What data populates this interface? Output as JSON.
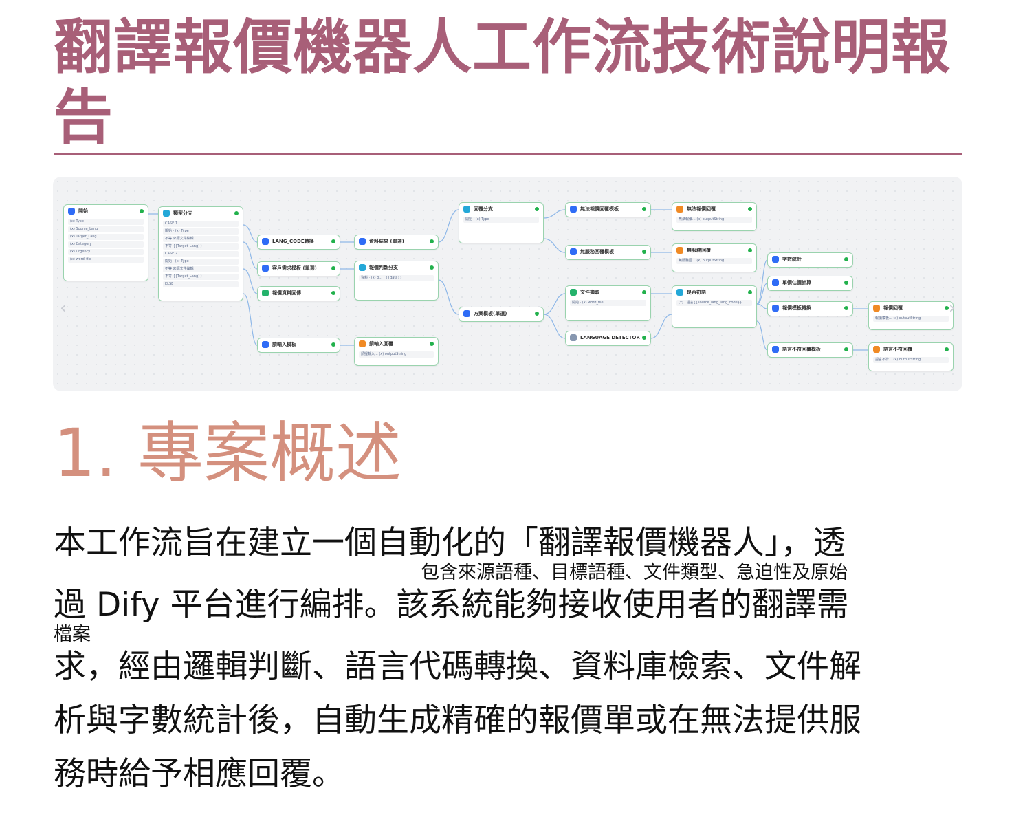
{
  "title": "翻譯報價機器人工作流技術說明報告",
  "figure": {
    "nav_prev": "‹",
    "nav_next": "›",
    "nodes": [
      {
        "id": "start",
        "label": "開始",
        "icon": "home-icon",
        "color": "blue",
        "rows": [
          "(x) Type",
          "(x) Source_Lang",
          "(x) Target_Lang",
          "(x) Category",
          "(x) Urgency",
          "(x) word_file"
        ]
      },
      {
        "id": "type-branch",
        "label": "類型分支",
        "icon": "branch-icon",
        "color": "cyan",
        "rows": [
          "CASE 1",
          "開始 · (x) Type",
          "不等 來源文件編輯",
          "不等 {{Target_Lang}}",
          "CASE 2",
          "開始 · (x) Type",
          "不等 來源文件編輯",
          "不等 {{Target_Lang}}",
          "ELSE"
        ]
      },
      {
        "id": "lang-code",
        "label": "LANG_CODE轉換",
        "icon": "code-icon",
        "color": "blue",
        "rows": []
      },
      {
        "id": "customer-template",
        "label": "客戶需求模板 (單選)",
        "icon": "template-icon",
        "color": "blue",
        "rows": []
      },
      {
        "id": "quote-lookup",
        "label": "報價資料回傳",
        "icon": "lookup-icon",
        "color": "green",
        "rows": []
      },
      {
        "id": "enter-template",
        "label": "請輸入模板",
        "icon": "template-icon",
        "color": "blue",
        "rows": []
      },
      {
        "id": "data-result",
        "label": "資料結果 (單選)",
        "icon": "template-icon",
        "color": "blue",
        "rows": []
      },
      {
        "id": "quote-branch",
        "label": "報價判斷分支",
        "icon": "branch-icon",
        "color": "cyan",
        "rows": [
          "資料 · (x) o... · {{data}}"
        ]
      },
      {
        "id": "enter-reply",
        "label": "請輸入回覆",
        "icon": "reply-icon",
        "color": "orange",
        "rows": [
          "請提輸入... (x) outputString"
        ]
      },
      {
        "id": "reply-branch",
        "label": "回覆分支",
        "icon": "branch-icon",
        "color": "cyan",
        "rows": [
          "開始 · (x) Type"
        ]
      },
      {
        "id": "plan-template",
        "label": "方案模板(單選)",
        "icon": "template-icon",
        "color": "blue",
        "rows": []
      },
      {
        "id": "no-quote-template",
        "label": "無法報價回覆模板",
        "icon": "template-icon",
        "color": "blue",
        "rows": []
      },
      {
        "id": "no-service-template",
        "label": "無服務回覆模板",
        "icon": "template-icon",
        "color": "blue",
        "rows": []
      },
      {
        "id": "doc-extract",
        "label": "文件擷取",
        "icon": "document-icon",
        "color": "green",
        "rows": [
          "開始 · (x) word_file"
        ]
      },
      {
        "id": "lang-detector",
        "label": "LANGUAGE DETECTOR",
        "icon": "detector-icon",
        "color": "grey",
        "rows": []
      },
      {
        "id": "no-quote-reply",
        "label": "無法報價回覆",
        "icon": "reply-icon",
        "color": "orange",
        "rows": [
          "無法報價... (x) outputString"
        ]
      },
      {
        "id": "no-service-reply",
        "label": "無服務回覆",
        "icon": "reply-icon",
        "color": "orange",
        "rows": [
          "無服務回... (x) outputString"
        ]
      },
      {
        "id": "is-match",
        "label": "是否符語",
        "icon": "branch-icon",
        "color": "cyan",
        "rows": [
          "(x) · 語言{{source_lang_lang_code}}"
        ]
      },
      {
        "id": "word-count",
        "label": "字數統計",
        "icon": "code-icon",
        "color": "blue",
        "rows": []
      },
      {
        "id": "unit-price",
        "label": "單價估價計算",
        "icon": "code-icon",
        "color": "blue",
        "rows": []
      },
      {
        "id": "quote-convert",
        "label": "報價模板轉換",
        "icon": "template-icon",
        "color": "blue",
        "rows": []
      },
      {
        "id": "mismatch-template",
        "label": "語言不符回覆模板",
        "icon": "template-icon",
        "color": "blue",
        "rows": []
      },
      {
        "id": "quote-reply",
        "label": "報價回覆",
        "icon": "reply-icon",
        "color": "orange",
        "rows": [
          "報價模板... (x) outputString"
        ]
      },
      {
        "id": "mismatch-reply",
        "label": "語言不符回覆",
        "icon": "reply-icon",
        "color": "orange",
        "rows": [
          "語言不符... (x) outputString"
        ]
      }
    ]
  },
  "section1": {
    "heading": "1. 專案概述",
    "lines": [
      "本工作流旨在建立一個自動化的「翻譯報價機器人」，透",
      "過 Dify 平台進行編排。該系統能夠接收使用者的翻譯需",
      "求，經由邏輯判斷、語言代碼轉換、資料庫檢索、文件解",
      "析與字數統計後，自動生成精確的報價單或在無法提供服",
      "務時給予相應回覆。"
    ],
    "inserted_text_a": "包含來源語種、目標語種、文件類型、急迫性及原始",
    "inserted_text_b": "檔案"
  }
}
